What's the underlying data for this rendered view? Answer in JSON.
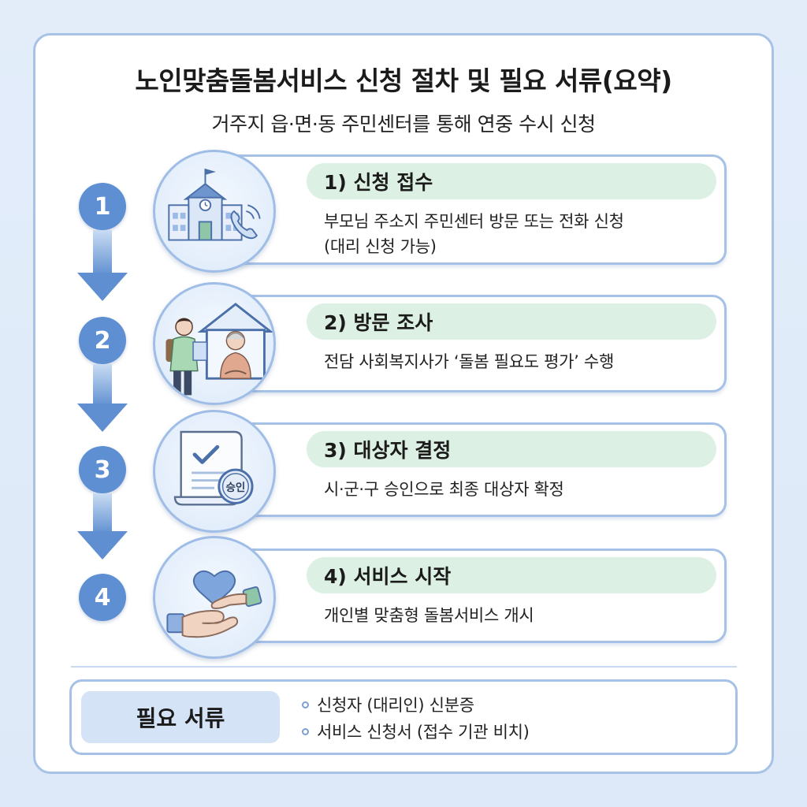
{
  "title": "노인맞춤돌봄서비스 신청 절차 및 필요 서류(요약)",
  "subtitle": "거주지 읍·면·동 주민센터를 통해 연중 수시 신청",
  "steps": [
    {
      "number": "1",
      "title": "1) 신청 접수",
      "desc_line1": "부모님 주소지 주민센터 방문 또는 전화 신청",
      "desc_line2": "(대리 신청 가능)",
      "icon": "office-building-phone-icon"
    },
    {
      "number": "2",
      "title": "2) 방문 조사",
      "desc_line1": "전담 사회복지사가 ‘돌봄 필요도 평가’ 수행",
      "desc_line2": "",
      "icon": "social-worker-visit-icon"
    },
    {
      "number": "3",
      "title": "3) 대상자 결정",
      "desc_line1": "시·군·구 승인으로 최종 대상자 확정",
      "desc_line2": "",
      "icon": "approval-document-icon",
      "stamp_text": "승인"
    },
    {
      "number": "4",
      "title": "4) 서비스 시작",
      "desc_line1": "개인별 맞춤형 돌봄서비스 개시",
      "desc_line2": "",
      "icon": "hands-heart-icon"
    }
  ],
  "documents": {
    "label": "필요 서류",
    "items": [
      "신청자 (대리인) 신분증",
      "서비스 신청서 (접수 기관 비치)"
    ]
  },
  "colors": {
    "accent": "#5d8fd2",
    "step_pill": "#dcf0e3",
    "border": "#a6c1e6",
    "docs_label_bg": "#d5e3f6"
  }
}
